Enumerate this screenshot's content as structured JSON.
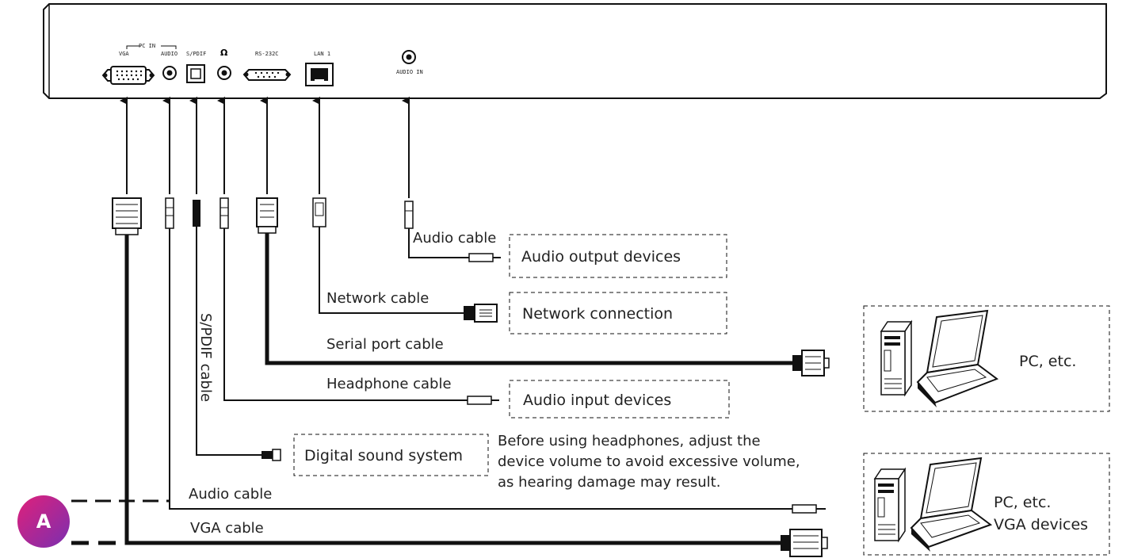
{
  "panel": {
    "ports": {
      "pc_in": "PC IN",
      "vga": "VGA",
      "audio": "AUDIO",
      "spdif": "S/PDIF",
      "headphone_symbol": "Ω",
      "rs232c": "RS-232C",
      "lan1": "LAN 1",
      "audio_in": "AUDIO IN"
    }
  },
  "cables": {
    "audio_cable_top": "Audio cable",
    "network_cable": "Network cable",
    "serial_port_cable": "Serial port cable",
    "headphone_cable": "Headphone cable",
    "spdif_cable": "S/PDIF cable",
    "audio_cable_bottom": "Audio cable",
    "vga_cable": "VGA cable"
  },
  "devices": {
    "audio_output": "Audio output devices",
    "network_connection": "Network connection",
    "audio_input": "Audio input devices",
    "digital_sound": "Digital sound system",
    "pc_top": "PC, etc.",
    "pc_bottom_line1": "PC, etc.",
    "pc_bottom_line2": "VGA devices"
  },
  "note": {
    "line1": "Before using headphones, adjust the",
    "line2": "device volume to avoid excessive volume,",
    "line3": "as hearing damage may result."
  },
  "badge": {
    "label": "A"
  },
  "colors": {
    "badge_start": "#e0207a",
    "badge_end": "#7a2fb0",
    "line": "#111111"
  }
}
